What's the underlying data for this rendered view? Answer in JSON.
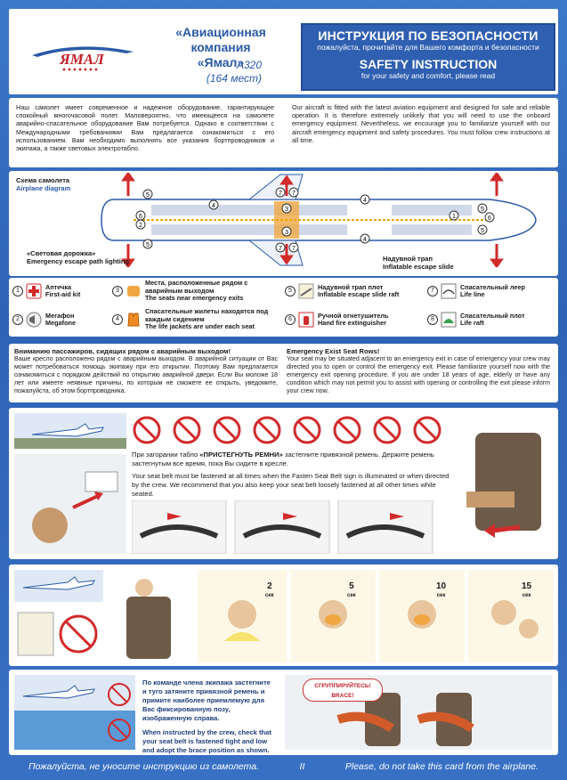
{
  "header": {
    "logo_text": "ЯМАЛ",
    "company_line1": "«Авиационная компания",
    "company_line2": "«Ямал»",
    "aircraft": "А320",
    "seats": "(164 мест)",
    "title_ru": "ИНСТРУКЦИЯ ПО БЕЗОПАСНОСТИ",
    "subtitle_ru": "пожалуйста, прочитайте для Вашего комфорта и безопасности",
    "title_en": "SAFETY INSTRUCTION",
    "subtitle_en": "for your safety and comfort, please read"
  },
  "intro": {
    "ru": "Наш самолет имеет современное и надежное оборудование, гарантирующее спокойный многочасовой полет. Маловероятно, что имеющееся на самолете аварийно-спасательное оборудование Вам потребуется. Однако в соответствии с Международными требованиями Вам предлагается ознакомиться с его использованием. Вам необходимо выполнять все указания бортпроводников и экипажа, а также световых электротабло.",
    "en": "Our aircraft is fitted with the latest aviation equipment and designed for safe and reliable operation. It is therefore extremely unlikely that you will need to use the onboard emergency equipment. Nevertheless, we encourage you to familiarize yourself with our aircraft emergency equipment and safety procedures. You must follow crew instructions at all time."
  },
  "diagram": {
    "label_ru": "Схема самолета",
    "label_en": "Airplane diagram",
    "path_ru": "«Световая дорожка»",
    "path_en": "Emergency escape path lighting",
    "slide_ru": "Надувной трап",
    "slide_en": "Inflatable escape slide"
  },
  "legend": [
    {
      "num": "1",
      "icon": "first-aid-icon",
      "ru": "Аптечка",
      "en": "First-aid kit"
    },
    {
      "num": "2",
      "icon": "megaphone-icon",
      "ru": "Мегафон",
      "en": "Megafone"
    },
    {
      "num": "3",
      "icon": "exit-seat-icon",
      "ru": "Места, расположенные рядом с аварийным выходом",
      "en": "The seats near emergency exits"
    },
    {
      "num": "4",
      "icon": "life-jacket-icon",
      "ru": "Спасательные жилеты находятся под каждым сидением",
      "en": "The life jackets are under each seat"
    },
    {
      "num": "5",
      "icon": "slide-raft-icon",
      "ru": "Надувной трап плот",
      "en": "Inflatable escape slide raft"
    },
    {
      "num": "6",
      "icon": "extinguisher-icon",
      "ru": "Ручной огнетушитель",
      "en": "Hand fire extinguisher"
    },
    {
      "num": "7",
      "icon": "life-line-icon",
      "ru": "Спасательный леер",
      "en": "Life line"
    },
    {
      "num": "8",
      "icon": "life-raft-icon",
      "ru": "Спасательный плот",
      "en": "Life raft"
    }
  ],
  "exit_info": {
    "ru_heading": "Вниманию пассажиров, сидящих рядом с аварийным выходом!",
    "ru_text": "Ваше кресло расположено рядом с аварийным выходом. В аварийной ситуации от Вас может потребоваться помощь экипажу при его открытии. Поэтому Вам предлагается ознакомиться с порядком действий по открытию аварийной двери. Если Вы моложе 18 лет или имеете неявные причины, по которым не сможете ее открыть, уведомите, пожалуйста, об этом бортпроводника.",
    "en_heading": "Emergency Exist Seat Rows!",
    "en_text": "Your seat may be situated adjacent to an emergency exit in case of emergency your crew may directed you to open or control the emergency exit. Please familiarize yourself now with the emergency exit opening procedure. If you are under 18 years of age, elderly or have any condition which may not permit you to assist with opening or controlling the exit please inform your crew now."
  },
  "belt": {
    "ru_prefix": "При загорании табло",
    "ru_sign": "«ПРИСТЕГНУТЬ РЕМНИ»",
    "ru_suffix": "застегните привязной ремень. Держите ремень застегнутым все время, пока Вы сидите в кресле.",
    "en_text": "Your seat belt must be fastened at all times when the Fasten Seat Belt sign is illuminated or when directed by the crew. We recommend that you also keep your seat belt loosely fastened at all other times while seated."
  },
  "oxygen": {
    "timers": [
      {
        "value": "2",
        "unit": "сек"
      },
      {
        "value": "5",
        "unit": "сек"
      },
      {
        "value": "10",
        "unit": "сек"
      },
      {
        "value": "15",
        "unit": "сек"
      }
    ]
  },
  "brace": {
    "ru": "По команде члена экипажа застегните и туго затяните привязной ремень и примите наиболее приемлемую для Вас фиксированную позу, изображенную справа.",
    "en": "When instructed by the crew, check that your seat belt is fastened tight and low and adopt the brace position as shown.",
    "bubble_line1": "СГРУППИРУЙТЕСЬ!",
    "bubble_line2": "BRACE!"
  },
  "footer": {
    "ru": "Пожалуйста, не уносите инструкцию из самолета.",
    "sep": "II",
    "en": "Please, do not take this card from the airplane."
  }
}
